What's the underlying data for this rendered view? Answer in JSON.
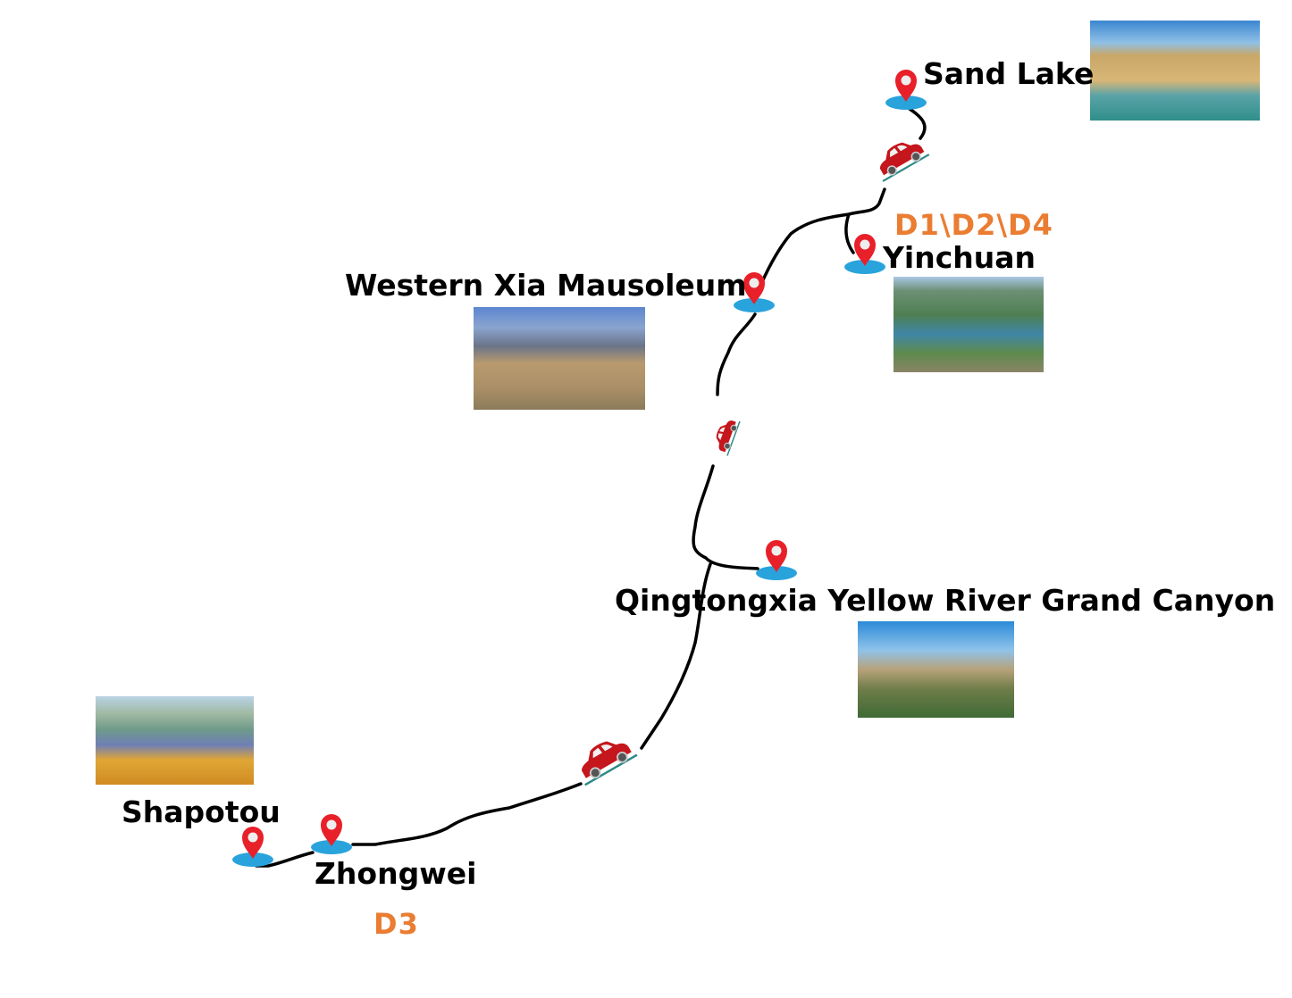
{
  "stops": [
    {
      "name": "Sand Lake",
      "photo": "sand-lake-photo"
    },
    {
      "name": "Yinchuan",
      "photo": "yinchuan-photo"
    },
    {
      "name": "Western Xia Mausoleum",
      "photo": "western-xia-mausoleum-photo"
    },
    {
      "name": "Qingtongxia Yellow River Grand Canyon",
      "photo": "qingtongxia-photo"
    },
    {
      "name": "Zhongwei",
      "photo": null
    },
    {
      "name": "Shapotou",
      "photo": "shapotou-photo"
    }
  ],
  "days": {
    "north": "D1\\D2\\D4",
    "south": "D3"
  },
  "colors": {
    "route": "#000000",
    "pin": "#e8202a",
    "pin_base": "#29a3dc",
    "day_label": "#ea7d32",
    "car": "#c4161c"
  }
}
